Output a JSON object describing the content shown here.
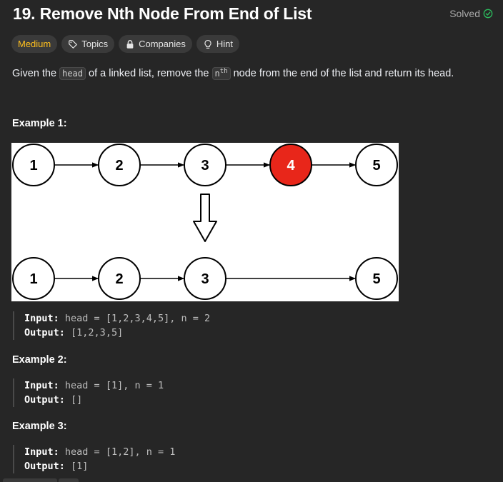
{
  "problem": {
    "title": "19. Remove Nth Node From End of List",
    "status": "Solved",
    "status_color": "#2cbb5d",
    "difficulty": "Medium",
    "difficulty_color": "#ffc01e"
  },
  "tags": {
    "topics": "Topics",
    "companies": "Companies",
    "hint": "Hint",
    "topics_icon": "tag-icon",
    "companies_icon": "lock-icon",
    "hint_icon": "lightbulb-icon"
  },
  "description": {
    "part1": "Given the ",
    "code_head": "head",
    "part2": " of a linked list, remove the ",
    "code_n": "n",
    "code_th": "th",
    "part3": " node from the end of the list and return its head."
  },
  "diagram": {
    "top_nodes": [
      "1",
      "2",
      "3",
      "4",
      "5"
    ],
    "bottom_nodes": [
      "1",
      "2",
      "3",
      "5"
    ],
    "removed_node": "4",
    "removed_color": "#e8261a"
  },
  "examples": [
    {
      "title": "Example 1:",
      "input_label": "Input:",
      "input": "head = [1,2,3,4,5], n = 2",
      "output_label": "Output:",
      "output": "[1,2,3,5]"
    },
    {
      "title": "Example 2:",
      "input_label": "Input:",
      "input": "head = [1], n = 1",
      "output_label": "Output:",
      "output": "[]"
    },
    {
      "title": "Example 3:",
      "input_label": "Input:",
      "input": "head = [1,2], n = 1",
      "output_label": "Output:",
      "output": "[1]"
    }
  ]
}
